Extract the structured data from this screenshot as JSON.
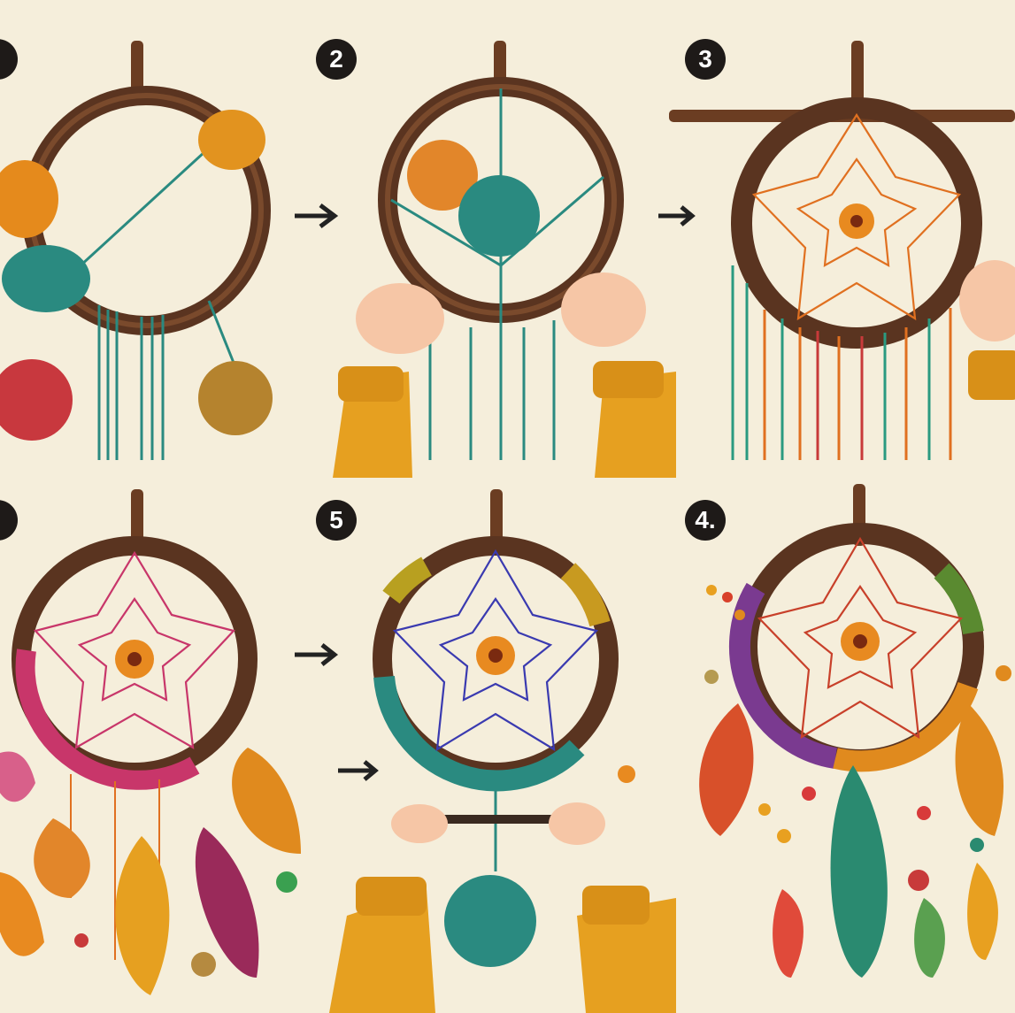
{
  "steps": [
    {
      "badge": "",
      "hoop_color": "#5a3420"
    },
    {
      "badge": "2",
      "hoop_color": "#5a3420"
    },
    {
      "badge": "3",
      "hoop_color": "#5a3420"
    },
    {
      "badge": "",
      "hoop_color": "#5a3420"
    },
    {
      "badge": "5",
      "hoop_color": "#5a3420"
    },
    {
      "badge": "4.",
      "hoop_color": "#5a3420"
    }
  ],
  "colors": {
    "background": "#f5eedb",
    "wood": "#5a3420",
    "teal": "#2a8a80",
    "orange": "#e08a1e",
    "red": "#c83a3a",
    "pink": "#c8366a",
    "blue": "#3a3ab0",
    "sleeve": "#e6a020",
    "skin": "#f6c6a6"
  },
  "icons": [
    "arrow-right-icon",
    "yarn-ball-icon",
    "feather-icon",
    "bead-icon",
    "flower-icon",
    "hand-icon"
  ]
}
